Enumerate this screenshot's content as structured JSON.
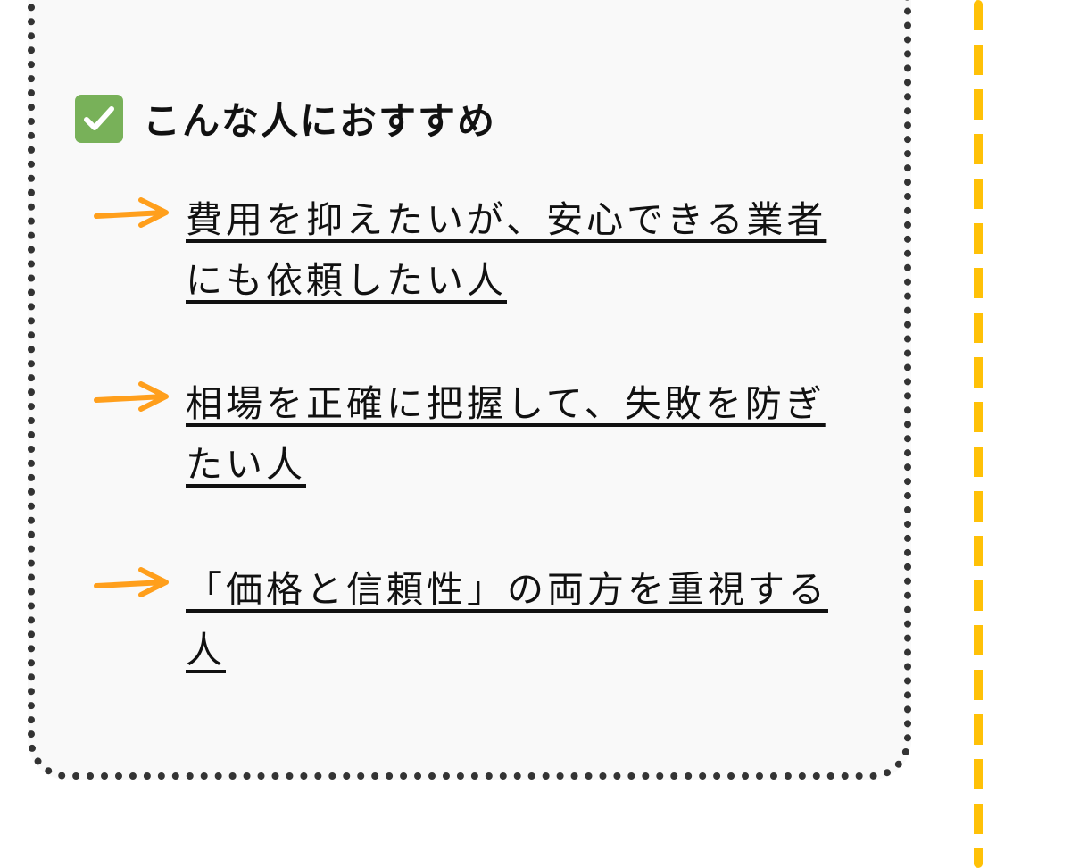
{
  "recommend": {
    "title": "こんな人におすすめ",
    "items": [
      {
        "text": "費用を抑えたいが、安心できる業者にも依頼したい人"
      },
      {
        "text": "相場を正確に把握して、失敗を防ぎたい人"
      },
      {
        "text": "「価格と信頼性」の両方を重視する人"
      }
    ]
  },
  "colors": {
    "check": "#78b159",
    "arrow": "#FF9F1C",
    "divider": "#FFC107",
    "border": "#333333"
  }
}
